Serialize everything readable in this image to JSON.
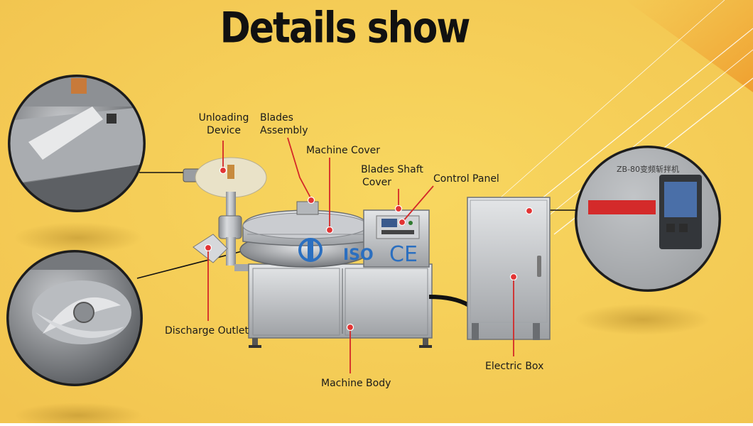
{
  "title": "Details show",
  "labels": {
    "unloading_device": [
      "Unloading",
      "Device"
    ],
    "blades_assembly": [
      "Blades",
      "Assembly"
    ],
    "machine_cover": "Machine Cover",
    "blades_shaft_cover": [
      "Blades Shaft",
      "Cover"
    ],
    "control_panel": "Control Panel",
    "discharge_outlet": "Discharge Outlet",
    "machine_body": "Machine Body",
    "electric_box": "Electric Box"
  },
  "marks": {
    "iso": "ISO",
    "ce": "CE",
    "model_plate": "ZB-80变频斩拌机"
  },
  "colors": {
    "background": "#f6d05b",
    "leader_line": "#d42828",
    "marker": "#e23434",
    "logo_blue": "#2b6fc0"
  }
}
